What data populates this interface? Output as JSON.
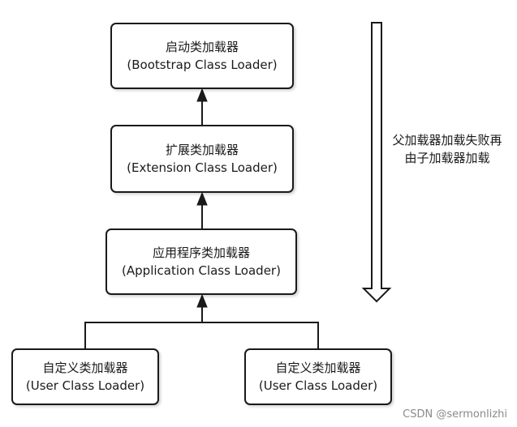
{
  "nodes": {
    "bootstrap": {
      "name": "启动类加载器",
      "english": "(Bootstrap Class Loader)"
    },
    "extension": {
      "name": "扩展类加载器",
      "english": "(Extension Class Loader)"
    },
    "application": {
      "name": "应用程序类加载器",
      "english": "(Application Class Loader)"
    },
    "user_left": {
      "name": "自定义类加载器",
      "english": "(User Class Loader)"
    },
    "user_right": {
      "name": "自定义类加载器",
      "english": "(User Class Loader)"
    }
  },
  "note": {
    "line1": "父加载器加载失败再",
    "line2": "由子加载器加载"
  },
  "watermark": "CSDN @sermonlizhi"
}
